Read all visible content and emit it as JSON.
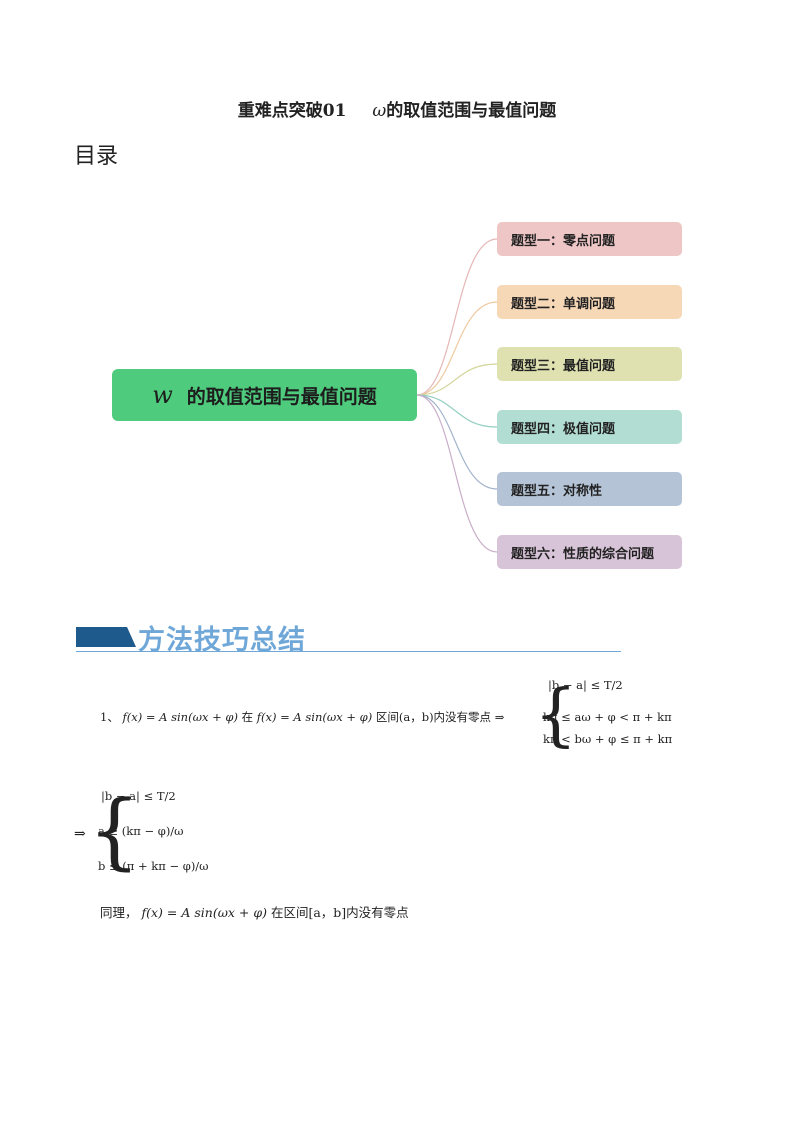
{
  "title": {
    "prefix": "重难点突破01",
    "omega": "ω",
    "text": "的取值范围与最值问题"
  },
  "toc_label": "目录",
  "mindmap": {
    "root": {
      "symbol": "w",
      "label": "的取值范围与最值问题"
    },
    "nodes": [
      {
        "label": "题型一：零点问题",
        "color": "#efc6c6"
      },
      {
        "label": "题型二：单调问题",
        "color": "#f6d7b6"
      },
      {
        "label": "题型三：最值问题",
        "color": "#dfe1b0"
      },
      {
        "label": "题型四：极值问题",
        "color": "#b2ddd3"
      },
      {
        "label": "题型五：对称性",
        "color": "#b4c3d6"
      },
      {
        "label": "题型六：性质的综合问题",
        "color": "#d8c4d8"
      }
    ]
  },
  "section_heading": "方法技巧总结",
  "method": {
    "item1_prefix": "1、",
    "item1_expr1": "f(x) = A sin(ωx + φ)",
    "item1_mid": "在",
    "item1_expr2": "f(x) = A sin(ωx + φ)",
    "item1_interval": "区间(a，b)内没有零点",
    "arrow": "⇒",
    "sys1": [
      "|b − a| ≤ T/2",
      "kπ ≤ aω + φ < π + kπ",
      "kπ < bω + φ ≤ π + kπ"
    ],
    "sys2": [
      "|b − a| ≤ T/2",
      "a ≥ (kπ − φ)/ω",
      "b ≤ (π + kπ − φ)/ω"
    ],
    "tongli": "同理，",
    "tongli_expr": "f(x) = A sin(ωx + φ)",
    "tongli_tail": "在区间[a，b]内没有零点"
  }
}
